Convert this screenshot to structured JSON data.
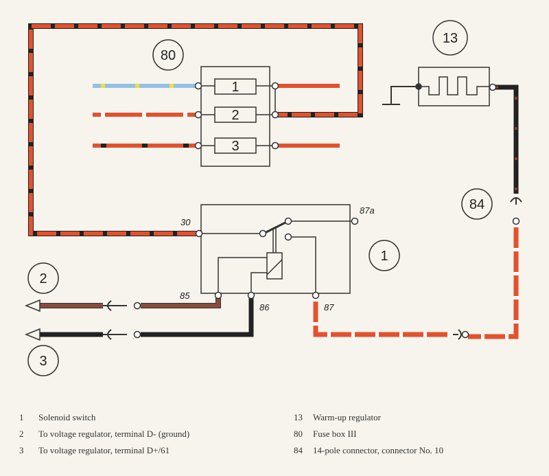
{
  "callouts": {
    "c80": "80",
    "c13": "13",
    "c84": "84",
    "c1": "1",
    "c2": "2",
    "c3": "3"
  },
  "fuses": [
    "1",
    "2",
    "3"
  ],
  "terminals": {
    "t30": "30",
    "t87a": "87a",
    "t85": "85",
    "t86": "86",
    "t87": "87"
  },
  "colors": {
    "red": "#e2522e",
    "black": "#222222",
    "brown": "#8a4b3c",
    "blue": "#93c0e6",
    "yellow": "#e8e23a",
    "white": "#ffffff"
  },
  "legend": {
    "left": [
      {
        "num": "1",
        "text": "Solenoid switch"
      },
      {
        "num": "2",
        "text": "To voltage regulator, terminal D- (ground)"
      },
      {
        "num": "3",
        "text": "To voltage regulator, terminal D+/61"
      }
    ],
    "right": [
      {
        "num": "13",
        "text": "Warm-up regulator"
      },
      {
        "num": "80",
        "text": "Fuse box III"
      },
      {
        "num": "84",
        "text": "14-pole connector, connector No. 10"
      }
    ]
  }
}
